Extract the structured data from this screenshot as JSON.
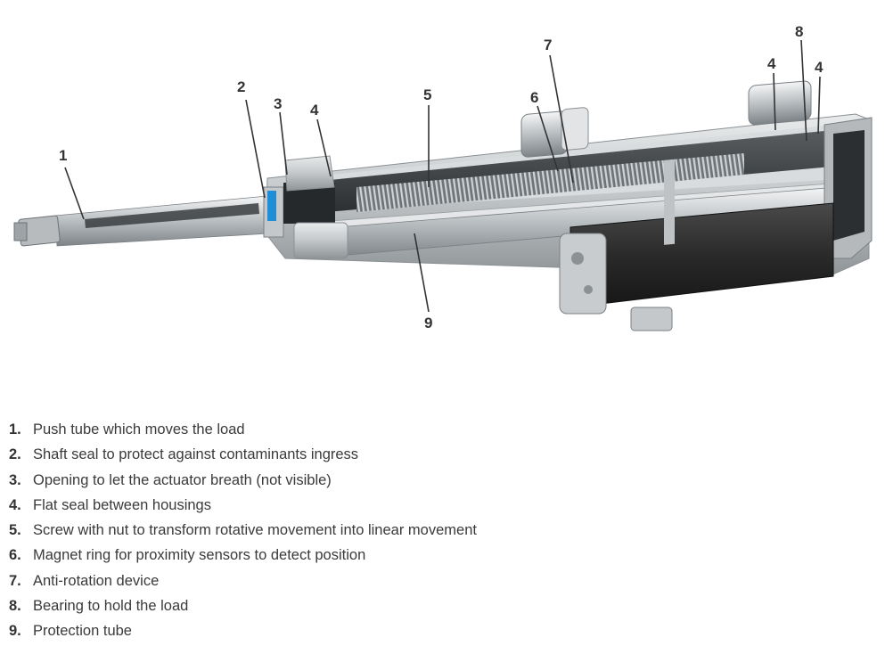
{
  "callouts": [
    "1",
    "2",
    "3",
    "4",
    "5",
    "6",
    "7",
    "8",
    "9",
    "4",
    "4"
  ],
  "legend": [
    {
      "num": "1.",
      "text": "Push tube which moves the load"
    },
    {
      "num": "2.",
      "text": "Shaft seal to protect against contaminants ingress"
    },
    {
      "num": "3.",
      "text": "Opening to let the actuator breath (not visible)"
    },
    {
      "num": "4.",
      "text": "Flat seal between housings"
    },
    {
      "num": "5.",
      "text": "Screw with nut to transform rotative movement into linear movement"
    },
    {
      "num": "6.",
      "text": "Magnet ring for proximity sensors to detect position"
    },
    {
      "num": "7.",
      "text": "Anti-rotation device"
    },
    {
      "num": "8.",
      "text": "Bearing to hold the load"
    },
    {
      "num": "9.",
      "text": "Protection tube"
    }
  ],
  "colors": {
    "text": "#333333",
    "housing": "#c9ccce",
    "motor": "#2b2b2b",
    "seal_blue": "#1e8fd6"
  }
}
